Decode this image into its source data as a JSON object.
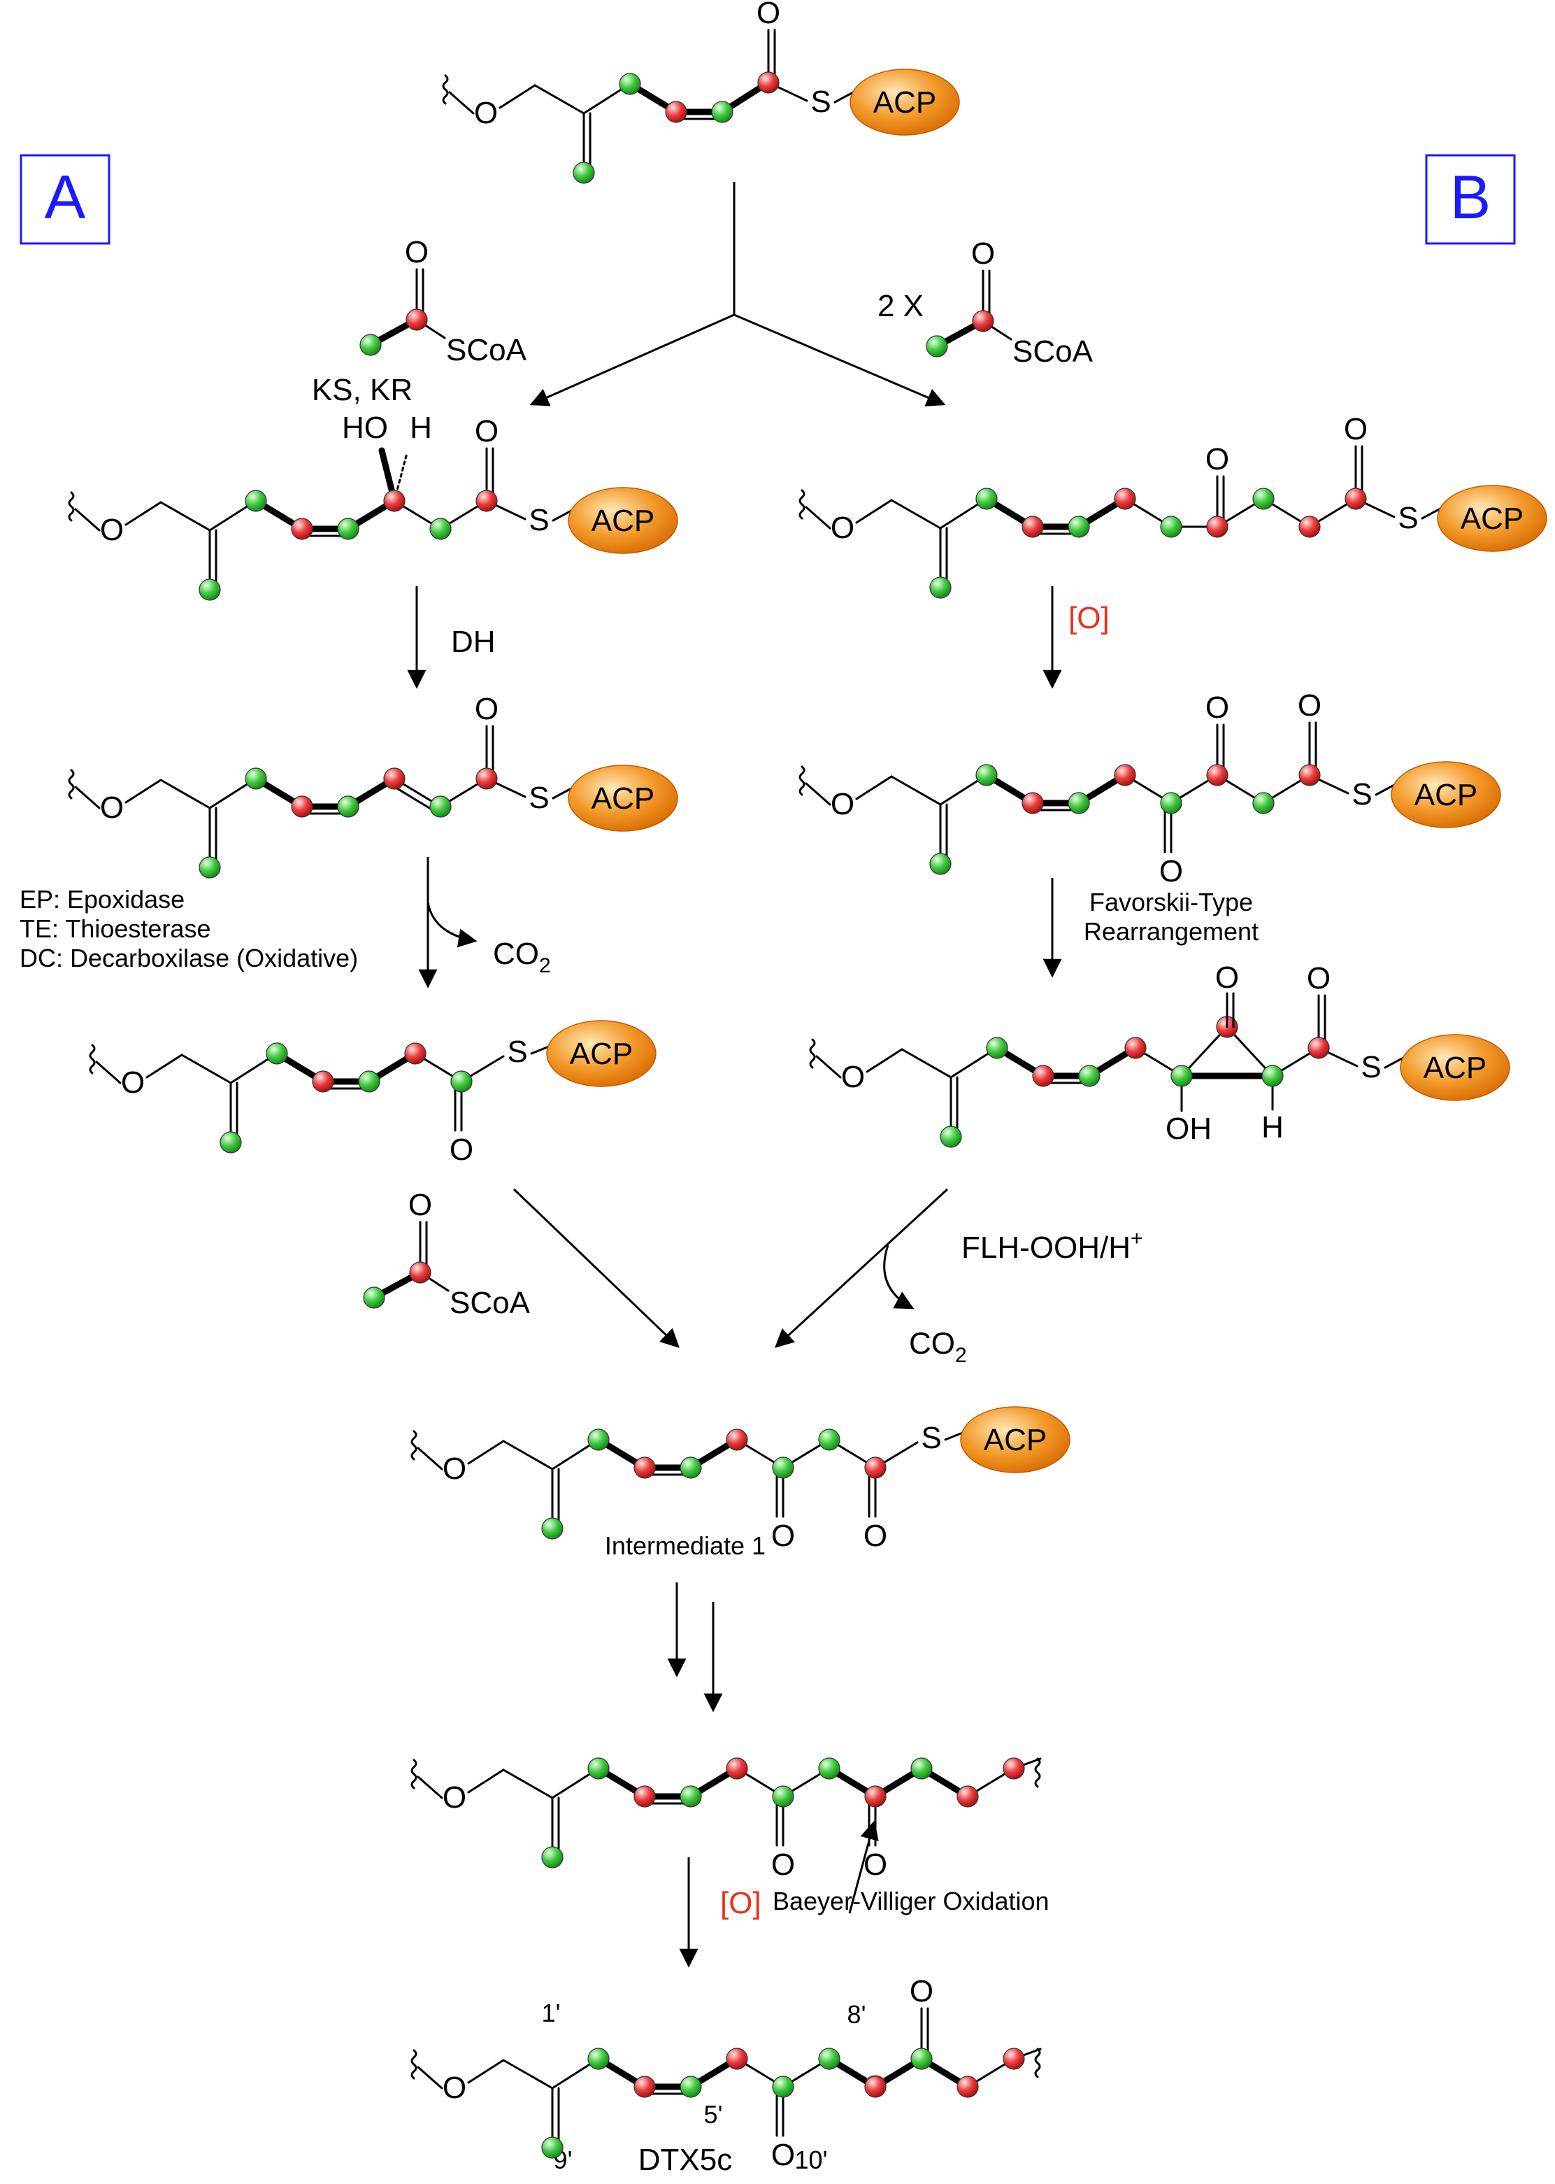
{
  "panels": {
    "a": "A",
    "b": "B"
  },
  "labels": {
    "o": "O",
    "s": "S",
    "acp": "ACP",
    "scoa": "SCoA",
    "ho": "HO",
    "h": "H",
    "oh": "OH",
    "two_x": "2 X",
    "ks_kr": "KS, KR",
    "dh": "DH",
    "ox": "[O]",
    "ep": "EP: Epoxidase",
    "te": "TE: Thioesterase",
    "dc": "DC: Decarboxilase (Oxidative)",
    "co2": "CO",
    "co2_sub": "2",
    "favorskii_1": "Favorskii-Type",
    "favorskii_2": "Rearrangement",
    "flh": "FLH-OOH/H",
    "flh_sup": "+",
    "intermediate": "Intermediate 1",
    "bv": "Baeyer-Villiger Oxidation",
    "n1": "1'",
    "n5": "5'",
    "n8": "8'",
    "n9": "9'",
    "n10": "10'",
    "product": "DTX5c"
  },
  "colors": {
    "green": "#3ecb3e",
    "red": "#ec3b3b",
    "acp_orange": "#f39a2a",
    "panel_blue": "#1a1aff",
    "accent_red": "#e8321e"
  }
}
